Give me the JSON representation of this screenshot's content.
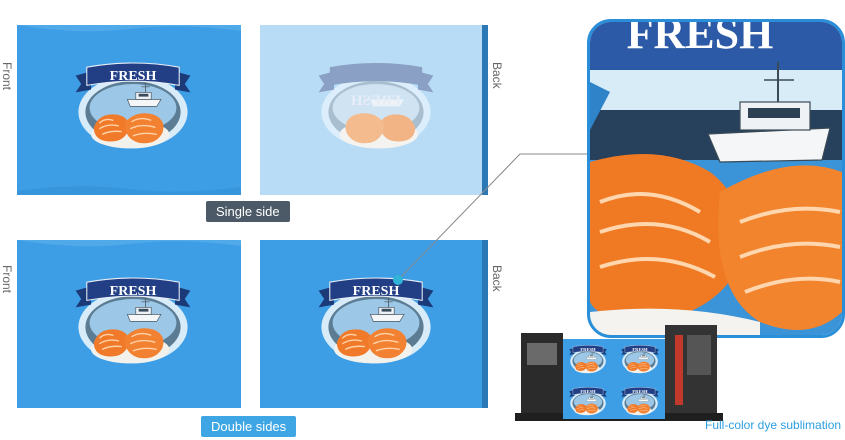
{
  "logo": {
    "word": "FRESH"
  },
  "rows": [
    {
      "left_label": "Front",
      "right_label": "Back",
      "badge": "Single side"
    },
    {
      "left_label": "Front",
      "right_label": "Back",
      "badge": "Double sides"
    }
  ],
  "machine_caption": "Full-color dye sublimation",
  "colors": {
    "flag_blue": "#3d9ee6",
    "flag_edge": "#2b78b6",
    "flag_back_faded": "#b9dcf6",
    "badge_single": "#4c5a68",
    "badge_double": "#3ea6e4",
    "caption_blue": "#2e9fe0",
    "zoom_border": "#2a8fd8"
  },
  "icons": [
    "boat-icon",
    "salmon-icon",
    "ribbon-icon",
    "printer-machine-icon"
  ]
}
